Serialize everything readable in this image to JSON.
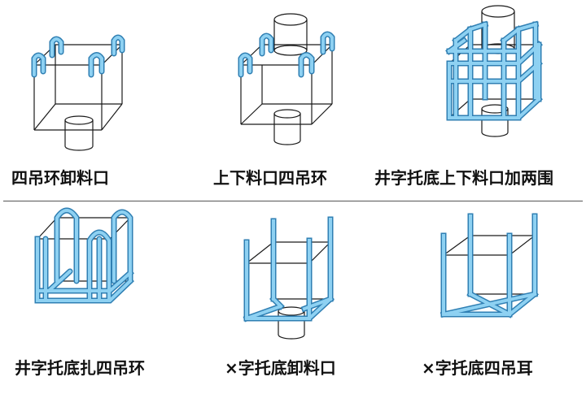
{
  "colors": {
    "outline": "#1a1a1a",
    "strap_fill": "#8ed1f2",
    "strap_edge": "#2f7fb3",
    "background": "#ffffff",
    "divider": "#555555"
  },
  "items": [
    {
      "label": "四吊环卸料口",
      "shape": "bag-four-loops-bottom-spout"
    },
    {
      "label": "上下料口四吊环",
      "shape": "bag-four-loops-top-and-bottom-spout"
    },
    {
      "label": "井字托底上下料口加两围",
      "shape": "bag-grid-base-two-belts-top-and-bottom-spout"
    },
    {
      "label": "井字托底扎四吊环",
      "shape": "bag-grid-base-four-loops"
    },
    {
      "label": "×字托底卸料口",
      "shape": "bag-x-base-bottom-spout"
    },
    {
      "label": "×字托底四吊耳",
      "shape": "bag-x-base-four-ears"
    }
  ]
}
